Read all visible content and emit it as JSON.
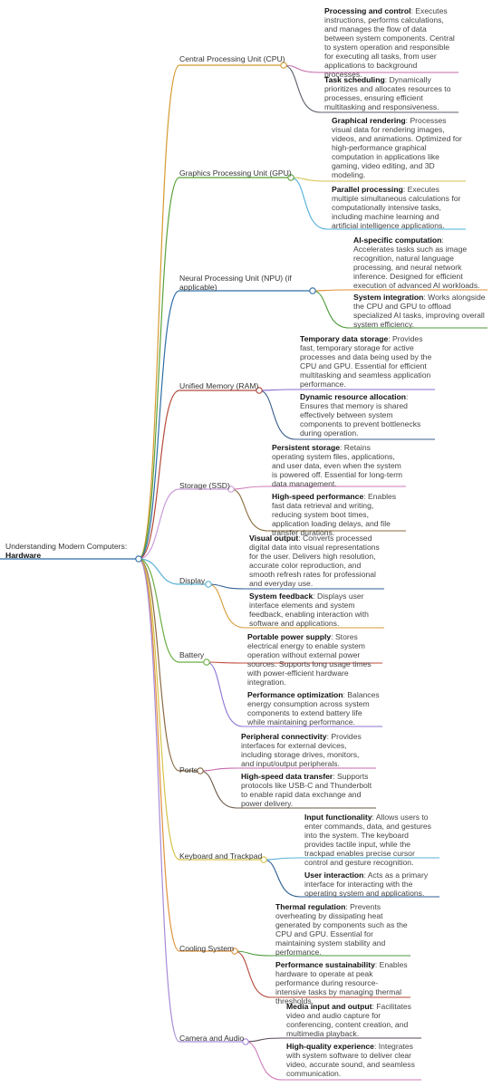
{
  "root": {
    "prefix": "Understanding Modern Computers:",
    "title": "Hardware"
  },
  "branches": [
    {
      "label": "Central Processing Unit (CPU)",
      "color": "#d59a2e",
      "leaves": [
        {
          "title": "Processing and control",
          "text": ": Executes instructions, performs calculations, and manages the flow of data between system components. Central to system operation and responsible for executing all tasks, from user applications to background processes.",
          "color": "#c46ba9"
        },
        {
          "title": "Task scheduling",
          "text": ": Dynamically prioritizes and allocates resources to processes, ensuring efficient multitasking and responsiveness.",
          "color": "#5b5f6b"
        }
      ]
    },
    {
      "label": "Graphics Processing Unit (GPU)",
      "color": "#5aa23a",
      "leaves": [
        {
          "title": "Graphical rendering",
          "text": ": Processes visual data for rendering images, videos, and animations. Optimized for high-performance graphical computation in applications like gaming, video editing, and 3D modeling.",
          "color": "#d6c24a"
        },
        {
          "title": "Parallel processing",
          "text": ": Executes multiple simultaneous calculations for computationally intensive tasks, including machine learning and artificial intelligence applications.",
          "color": "#4fb0d8"
        }
      ]
    },
    {
      "label": "Neural Processing Unit (NPU) (if applicable)",
      "color": "#2f6ea7",
      "leaves": [
        {
          "title": "AI-specific computation",
          "text": ": Accelerates tasks such as image recognition, natural language processing, and neural network inference. Designed for efficient execution of advanced AI workloads.",
          "color": "#e0923a"
        },
        {
          "title": "System integration",
          "text": ": Works alongside the CPU and GPU to offload specialized AI tasks, improving overall system efficiency.",
          "color": "#4c9a3c"
        }
      ]
    },
    {
      "label": "Unified Memory (RAM)",
      "color": "#b44a3a",
      "leaves": [
        {
          "title": "Temporary data storage",
          "text": ": Provides fast, temporary storage for active processes and data being used by the CPU and GPU. Essential for efficient multitasking and seamless application performance.",
          "color": "#8c6ad0"
        },
        {
          "title": "Dynamic resource allocation",
          "text": ": Ensures that memory is shared effectively between system components to prevent bottlenecks during operation.",
          "color": "#3a5f8c"
        }
      ]
    },
    {
      "label": "Storage (SSD)",
      "color": "#c99bd6",
      "leaves": [
        {
          "title": "Persistent storage",
          "text": ": Retains operating system files, applications, and user data, even when the system is powered off. Essential for long-term data management.",
          "color": "#d07ab8"
        },
        {
          "title": "High-speed performance",
          "text": ": Enables fast data retrieval and writing, reducing system boot times, application loading delays, and file transfer durations.",
          "color": "#8a6b3c"
        }
      ]
    },
    {
      "label": "Display",
      "color": "#5ab3d6",
      "leaves": [
        {
          "title": "Visual output",
          "text": ": Converts processed digital data into visual representations for the user. Delivers high resolution, accurate color reproduction, and smooth refresh rates for professional and everyday use.",
          "color": "#2d5f94"
        },
        {
          "title": "System feedback",
          "text": ": Displays user interface elements and system feedback, enabling interaction with software and applications.",
          "color": "#d89a3a"
        }
      ]
    },
    {
      "label": "Battery",
      "color": "#6aae45",
      "leaves": [
        {
          "title": "Portable power supply",
          "text": ": Stores electrical energy to enable system operation without external power sources. Supports long usage times with power-efficient hardware integration.",
          "color": "#c24a3a"
        },
        {
          "title": "Performance optimization",
          "text": ": Balances energy consumption across system components to extend battery life while maintaining performance.",
          "color": "#8c74d4"
        }
      ]
    },
    {
      "label": "Ports",
      "color": "#8a6a45",
      "leaves": [
        {
          "title": "Peripheral connectivity",
          "text": ": Provides interfaces for external devices, including storage drives, monitors, and input/output peripherals.",
          "color": "#c86aac"
        },
        {
          "title": "High-speed data transfer",
          "text": ": Supports protocols like USB-C and Thunderbolt to enable rapid data exchange and power delivery.",
          "color": "#6a5a48"
        }
      ]
    },
    {
      "label": "Keyboard and Trackpad",
      "color": "#d6c24a",
      "leaves": [
        {
          "title": "Input functionality",
          "text": ": Allows users to enter commands, data, and gestures into the system. The keyboard provides tactile input, while the trackpad enables precise cursor control and gesture recognition.",
          "color": "#5ab3d6"
        },
        {
          "title": "User interaction",
          "text": ": Acts as a primary interface for interacting with the operating system and applications.",
          "color": "#2d5f94"
        }
      ]
    },
    {
      "label": "Cooling System",
      "color": "#e0923a",
      "leaves": [
        {
          "title": "Thermal regulation",
          "text": ": Prevents overheating by dissipating heat generated by components such as the CPU and GPU. Essential for maintaining system stability and performance.",
          "color": "#4c9a3c"
        },
        {
          "title": "Performance sustainability",
          "text": ": Enables hardware to operate at peak performance during resource-intensive tasks by managing thermal thresholds.",
          "color": "#b44a3a"
        }
      ]
    },
    {
      "label": "Camera and Audio",
      "color": "#a88ad8",
      "leaves": [
        {
          "title": "Media input and output",
          "text": ": Facilitates video and audio capture for conferencing, content creation, and multimedia playback.",
          "color": "#5a4a58"
        },
        {
          "title": "High-quality experience",
          "text": ": Integrates with system software to deliver clear video, accurate sound, and seamless communication.",
          "color": "#d07ab8"
        }
      ]
    }
  ]
}
